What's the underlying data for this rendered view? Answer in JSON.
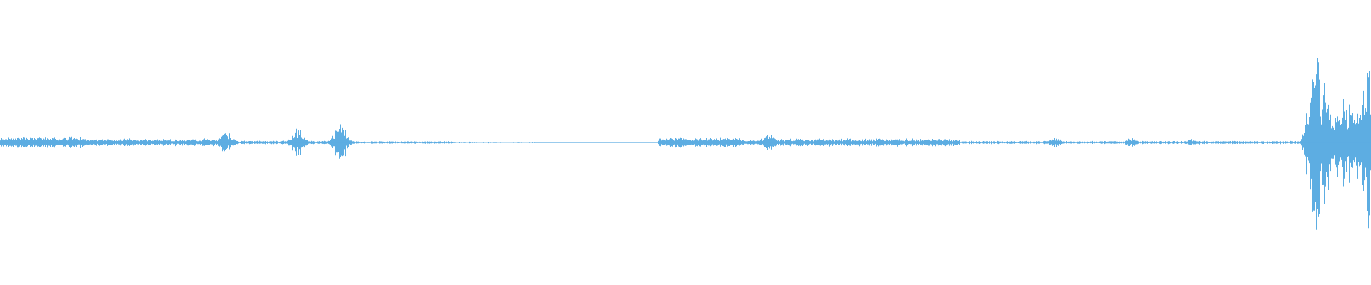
{
  "waveform": {
    "color": "#5dade2",
    "background": "#ffffff",
    "segments": [
      {
        "from": 0.0,
        "to": 0.06,
        "level": 0.045
      },
      {
        "from": 0.06,
        "to": 0.165,
        "level": 0.03
      },
      {
        "from": 0.165,
        "to": 0.24,
        "level": 0.014
      },
      {
        "from": 0.24,
        "to": 0.33,
        "level": 0.01
      },
      {
        "from": 0.33,
        "to": 0.39,
        "level": 0.006,
        "sparse": true
      },
      {
        "from": 0.39,
        "to": 0.48,
        "level": 0.003
      },
      {
        "from": 0.48,
        "to": 0.54,
        "level": 0.04
      },
      {
        "from": 0.54,
        "to": 0.555,
        "level": 0.02
      },
      {
        "from": 0.555,
        "to": 0.7,
        "level": 0.03
      },
      {
        "from": 0.7,
        "to": 0.955,
        "level": 0.012
      },
      {
        "from": 0.955,
        "to": 0.99,
        "level": 0.35
      },
      {
        "from": 0.99,
        "to": 1.0,
        "level": 0.3
      }
    ],
    "bursts": [
      {
        "at": 0.165,
        "level": 0.09
      },
      {
        "at": 0.217,
        "level": 0.11
      },
      {
        "at": 0.248,
        "level": 0.16
      },
      {
        "at": 0.561,
        "level": 0.08
      },
      {
        "at": 0.685,
        "level": 0.03
      },
      {
        "at": 0.77,
        "level": 0.04
      },
      {
        "at": 0.825,
        "level": 0.035
      },
      {
        "at": 0.87,
        "level": 0.03
      },
      {
        "at": 0.959,
        "level": 0.85
      },
      {
        "at": 0.967,
        "level": 0.55
      },
      {
        "at": 0.997,
        "level": 0.7
      }
    ]
  }
}
